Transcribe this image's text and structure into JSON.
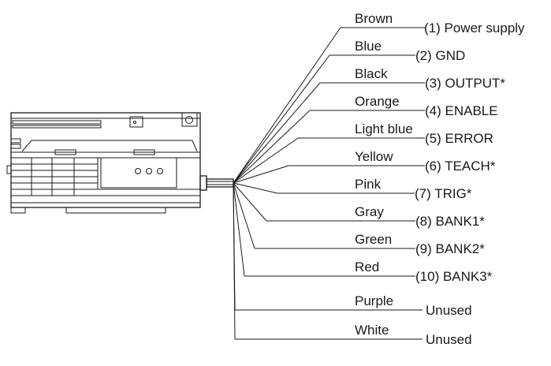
{
  "wires": [
    {
      "color": "Brown",
      "signal": "(1) Power supply"
    },
    {
      "color": "Blue",
      "signal": "(2) GND"
    },
    {
      "color": "Black",
      "signal": "(3) OUTPUT*"
    },
    {
      "color": "Orange",
      "signal": "(4) ENABLE"
    },
    {
      "color": "Light blue",
      "signal": "(5) ERROR"
    },
    {
      "color": "Yellow",
      "signal": "(6) TEACH*"
    },
    {
      "color": "Pink",
      "signal": "(7) TRIG*"
    },
    {
      "color": "Gray",
      "signal": "(8) BANK1*"
    },
    {
      "color": "Green",
      "signal": "(9) BANK2*"
    },
    {
      "color": "Red",
      "signal": "(10) BANK3*"
    },
    {
      "color": "Purple",
      "signal": "Unused"
    },
    {
      "color": "White",
      "signal": "Unused"
    }
  ]
}
